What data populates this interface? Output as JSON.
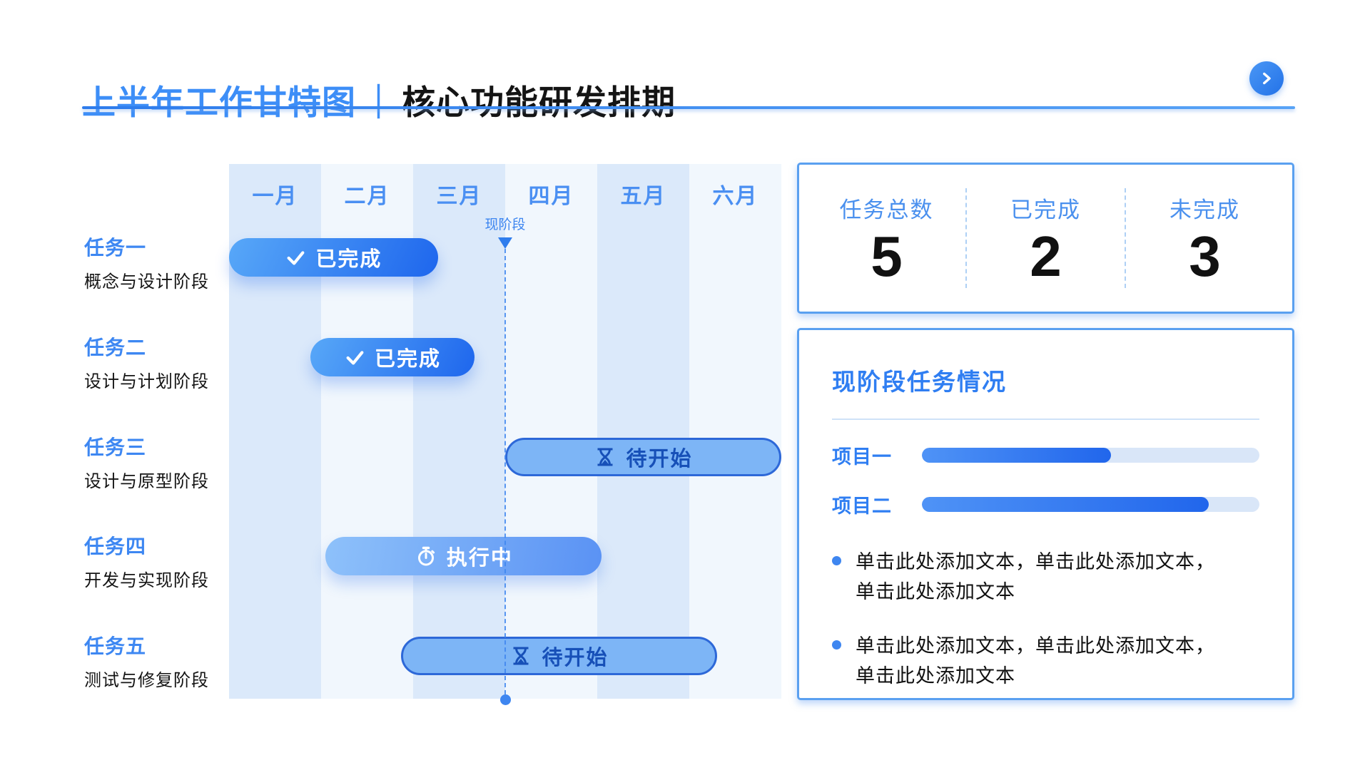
{
  "header": {
    "title_highlight": "上半年工作甘特图",
    "title_separator": "｜",
    "title_rest": "核心功能研发排期"
  },
  "colors": {
    "accent": "#3b82f6",
    "title_blue": "#3d8ef7",
    "bar_done_gradient": [
      "#58a8f8",
      "#1e66ed"
    ],
    "bar_active_gradient": [
      "#8ec1fa",
      "#5a92f4"
    ],
    "bar_pending_fill": "#7db5f6",
    "bar_pending_border": "#2d68d8",
    "bar_pending_text": "#1750b8",
    "column_odd": "#dbe9fa",
    "column_even": "#f1f7fd",
    "panel_border": "#5aa0f0",
    "progress_track": "#d9e6f8"
  },
  "chart_data": {
    "type": "gantt",
    "title": "上半年工作甘特图｜核心功能研发排期",
    "x_axis": {
      "unit": "month",
      "categories": [
        "一月",
        "二月",
        "三月",
        "四月",
        "五月",
        "六月"
      ],
      "range": [
        0,
        6
      ]
    },
    "current_marker": {
      "label": "现阶段",
      "position_month": 3.0
    },
    "tasks": [
      {
        "name": "任务一",
        "subtitle": "概念与设计阶段",
        "status": "已完成",
        "state": "done",
        "start": 0.0,
        "end": 2.27
      },
      {
        "name": "任务二",
        "subtitle": "设计与计划阶段",
        "status": "已完成",
        "state": "done",
        "start": 0.88,
        "end": 2.67
      },
      {
        "name": "任务三",
        "subtitle": "设计与原型阶段",
        "status": "待开始",
        "state": "pending",
        "start": 3.0,
        "end": 6.0
      },
      {
        "name": "任务四",
        "subtitle": "开发与实现阶段",
        "status": "执行中",
        "state": "active",
        "start": 1.05,
        "end": 4.05
      },
      {
        "name": "任务五",
        "subtitle": "测试与修复阶段",
        "status": "待开始",
        "state": "pending",
        "start": 1.87,
        "end": 5.3
      }
    ]
  },
  "stats": {
    "items": [
      {
        "label": "任务总数",
        "value": "5"
      },
      {
        "label": "已完成",
        "value": "2"
      },
      {
        "label": "未完成",
        "value": "3"
      }
    ]
  },
  "panel": {
    "title": "现阶段任务情况",
    "projects": [
      {
        "label": "项目一",
        "percent": 56
      },
      {
        "label": "项目二",
        "percent": 85
      }
    ],
    "bullets": [
      "单击此处添加文本，单击此处添加文本，单击此处添加文本",
      "单击此处添加文本，单击此处添加文本，单击此处添加文本"
    ]
  }
}
